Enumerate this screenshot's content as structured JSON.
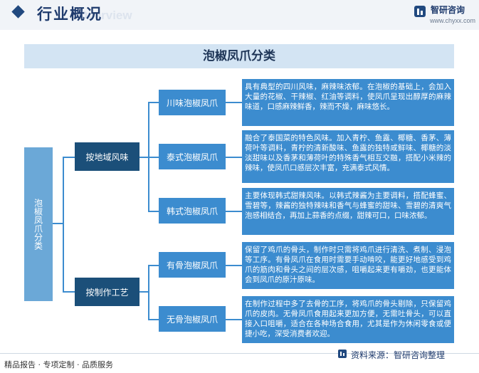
{
  "header": {
    "title": "行业概况",
    "watermark": "Overview",
    "logo_name": "智研咨询",
    "logo_url": "www.chyxx.com"
  },
  "diagram": {
    "title": "泡椒凤爪分类",
    "root": "泡椒凤爪分类",
    "categories": [
      {
        "label": "按地域风味",
        "leaves": [
          {
            "label": "川味泡椒凤爪",
            "desc": "具有典型的四川风味，麻辣味浓郁。在泡椒的基础上，会加入大量的花椒、干辣椒、红油等调料，使凤爪呈现出醇厚的麻辣味道，口感麻辣鲜香，辣而不燥，麻味悠长。"
          },
          {
            "label": "泰式泡椒凤爪",
            "desc": "融合了泰国菜的特色风味。加入青柠、鱼露、椰糖、香茅、薄荷叶等调料，青柠的清新酸味、鱼露的独特咸鲜味、椰糖的淡淡甜味以及香茅和薄荷叶的特殊香气相互交融，搭配小米辣的辣味，使凤爪口感层次丰富，充满泰式风情。"
          },
          {
            "label": "韩式泡椒凤爪",
            "desc": "主要体现韩式甜辣风味。以韩式辣酱为主要调料，搭配蜂蜜、雪碧等，辣酱的独特辣味和香气与蜂蜜的甜味、雪碧的清爽气泡感相结合，再加上蒜香的点缀，甜辣可口，口味浓郁。"
          }
        ]
      },
      {
        "label": "按制作工艺",
        "leaves": [
          {
            "label": "有骨泡椒凤爪",
            "desc": "保留了鸡爪的骨头，制作时只需将鸡爪进行清洗、煮制、浸泡等工序。有骨凤爪在食用时需要手动啃咬，能更好地感受到鸡爪的筋肉和骨头之间的层次感，咀嚼起来更有嚼劲，也更能体会到凤爪的原汁原味。"
          },
          {
            "label": "无骨泡椒凤爪",
            "desc": "在制作过程中多了去骨的工序，将鸡爪的骨头剔除，只保留鸡爪的皮肉。无骨凤爪食用起来更加方便，无需吐骨头，可以直接入口咀嚼，适合在各种场合食用，尤其是作为休闲零食或便捷小吃，深受消费者欢迎。"
          }
        ]
      }
    ]
  },
  "footer": {
    "services": "精品报告 · 专项定制 · 品质服务",
    "source": "资料来源：智研咨询整理"
  },
  "colors": {
    "root": "#6ba8d7",
    "category": "#1b4f79",
    "leaf": "#3c8ccf",
    "title_band": "#d3e4f3"
  }
}
